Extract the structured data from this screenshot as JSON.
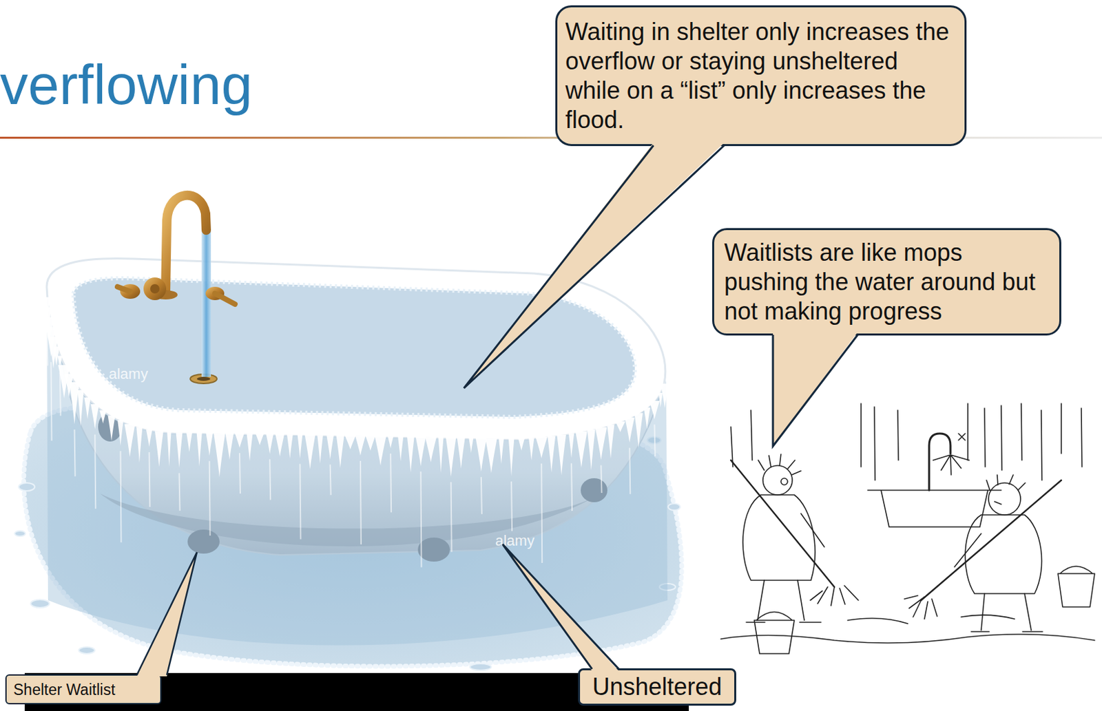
{
  "diagram": {
    "title": "verflowing",
    "nodes": [
      {
        "text": [
          "Waiting in shelter only increases the overflow or staying unsheltered while on a “list” only increases the flood."
        ]
      },
      {
        "text": [
          "Waitlists are like mops pushing the water around but not making progress"
        ]
      },
      {
        "text": [
          "Shelter Waitlist"
        ]
      },
      {
        "text": [
          "Unsheltered"
        ]
      }
    ],
    "labels": [
      "alamy",
      "alamy",
      "alamy"
    ]
  }
}
